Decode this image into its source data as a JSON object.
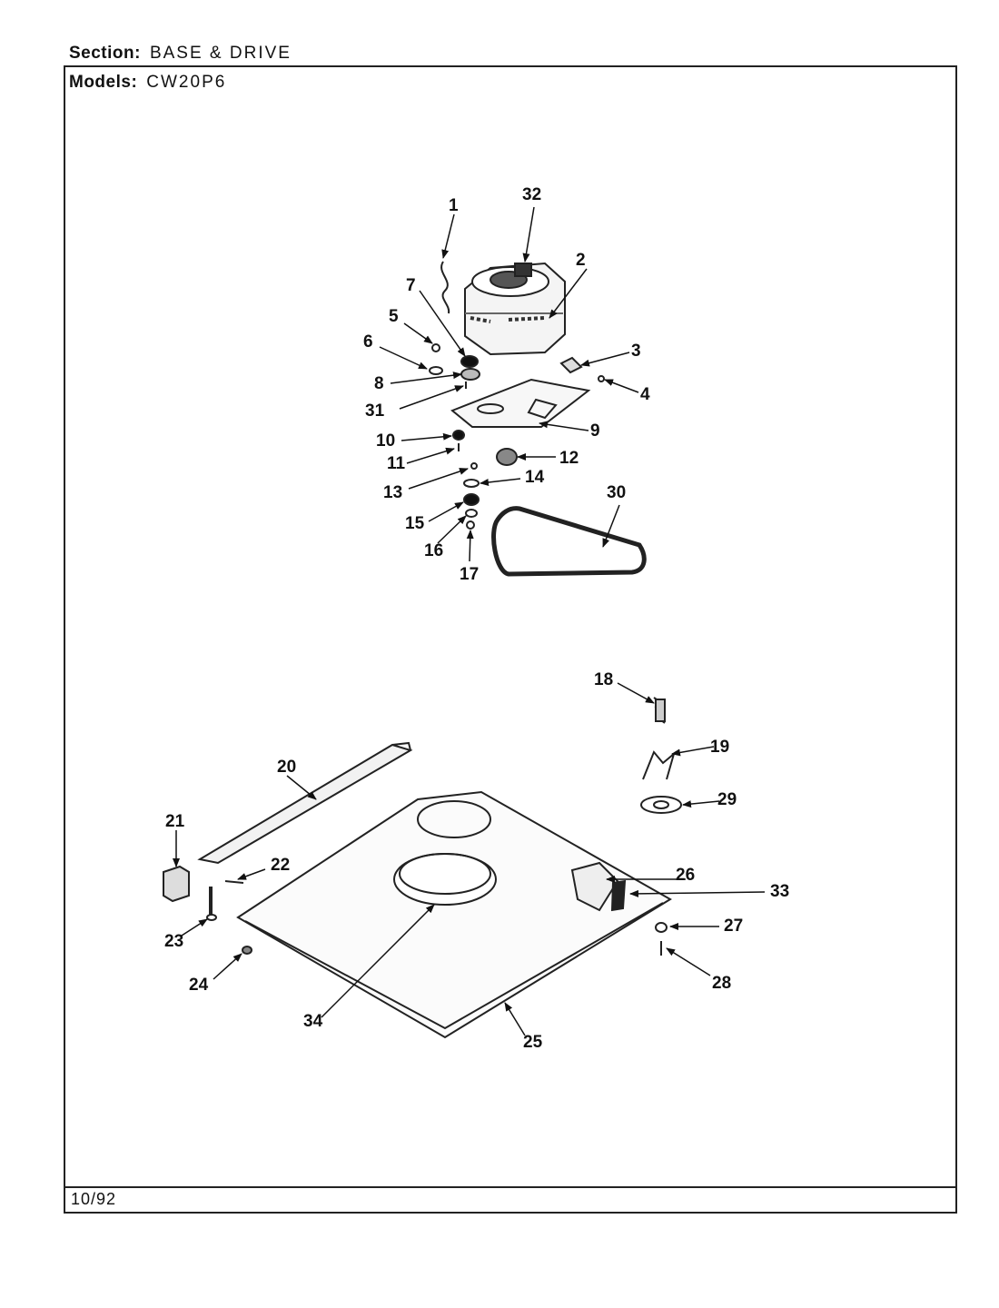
{
  "header": {
    "section_label": "Section:",
    "section_value": "BASE & DRIVE",
    "models_label": "Models:",
    "models_value": "CW20P6"
  },
  "footer": {
    "date": "10/92"
  },
  "callouts": [
    "1",
    "2",
    "3",
    "4",
    "5",
    "6",
    "7",
    "8",
    "9",
    "10",
    "11",
    "12",
    "13",
    "14",
    "15",
    "16",
    "17",
    "18",
    "19",
    "20",
    "21",
    "22",
    "23",
    "24",
    "25",
    "26",
    "27",
    "28",
    "29",
    "30",
    "31",
    "32",
    "33",
    "34"
  ]
}
